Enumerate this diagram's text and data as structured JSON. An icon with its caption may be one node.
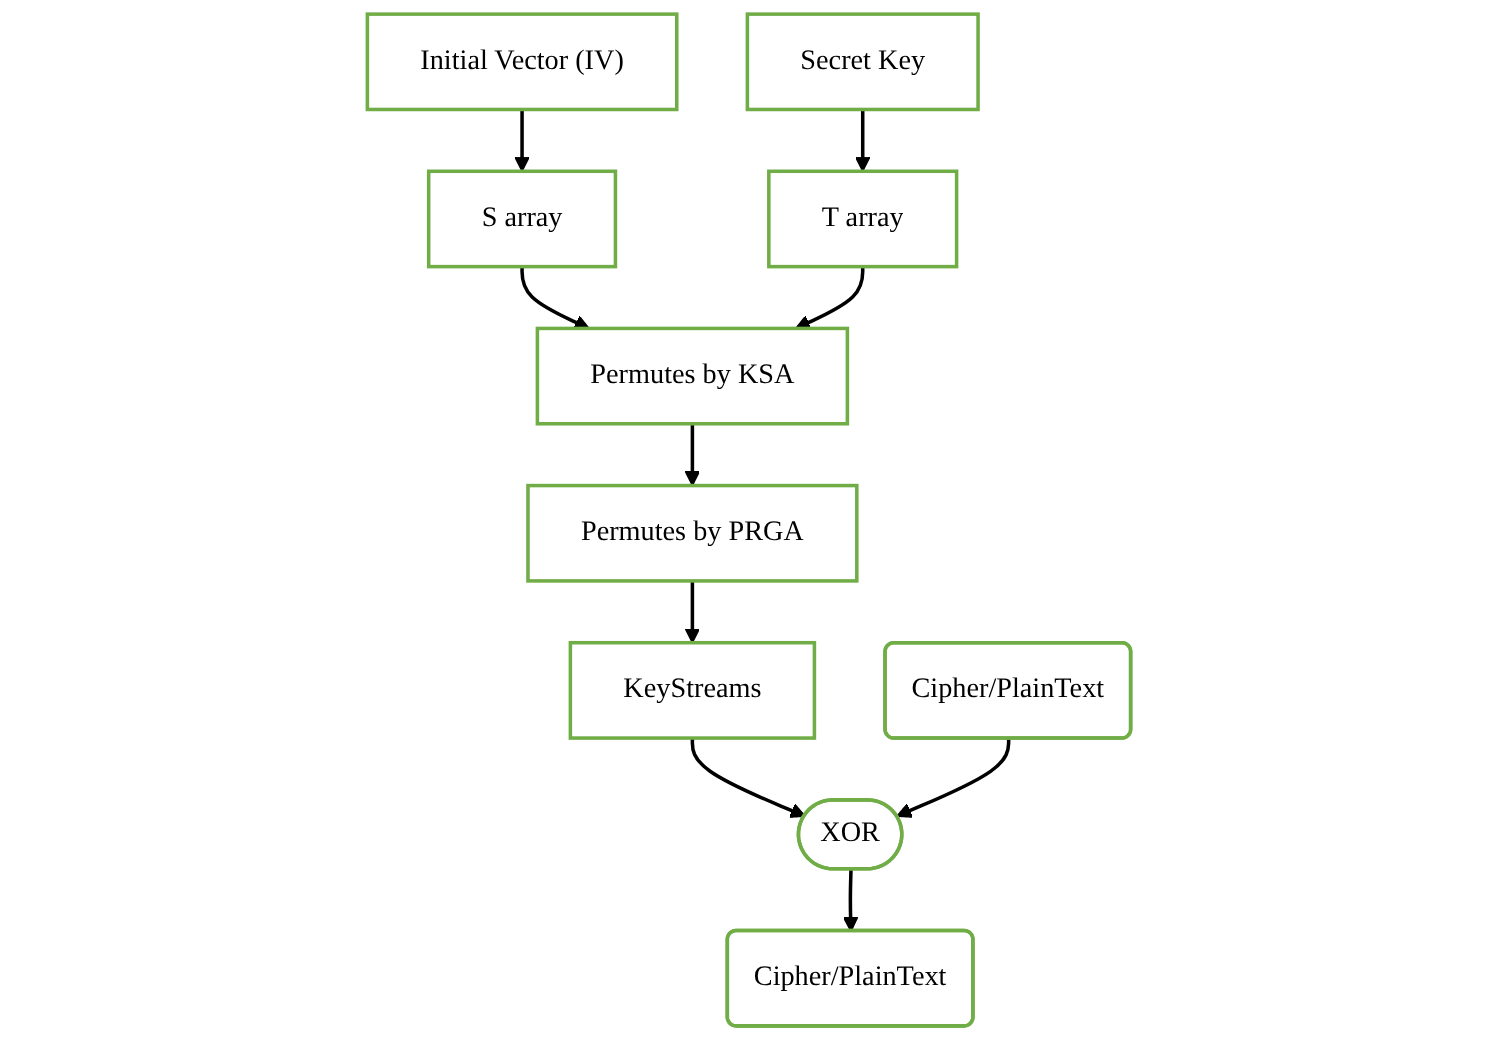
{
  "diagram": {
    "nodes": [
      {
        "text": [
          "Initial Vector (IV)"
        ]
      },
      {
        "text": [
          "Secret Key"
        ]
      },
      {
        "text": [
          "S array"
        ]
      },
      {
        "text": [
          "T array"
        ]
      },
      {
        "text": [
          "Permutes by KSA"
        ]
      },
      {
        "text": [
          "Permutes by PRGA"
        ]
      },
      {
        "text": [
          "KeyStreams"
        ]
      },
      {
        "text": [
          "Cipher/PlainText"
        ]
      },
      {
        "text": [
          "XOR"
        ]
      },
      {
        "text": [
          "Cipher/PlainText"
        ]
      }
    ],
    "edges": [
      {
        "from": 0,
        "to": 2,
        "arrow": "to"
      },
      {
        "from": 1,
        "to": 3,
        "arrow": "to"
      },
      {
        "from": 2,
        "to": 4,
        "arrow": "to"
      },
      {
        "from": 3,
        "to": 4,
        "arrow": "to"
      },
      {
        "from": 4,
        "to": 5,
        "arrow": "to"
      },
      {
        "from": 5,
        "to": 6,
        "arrow": "to"
      },
      {
        "from": 6,
        "to": 8,
        "arrow": "to"
      },
      {
        "from": 8,
        "to": 7,
        "arrow": "to"
      },
      {
        "from": 9,
        "to": 8,
        "arrow": "to"
      }
    ]
  }
}
